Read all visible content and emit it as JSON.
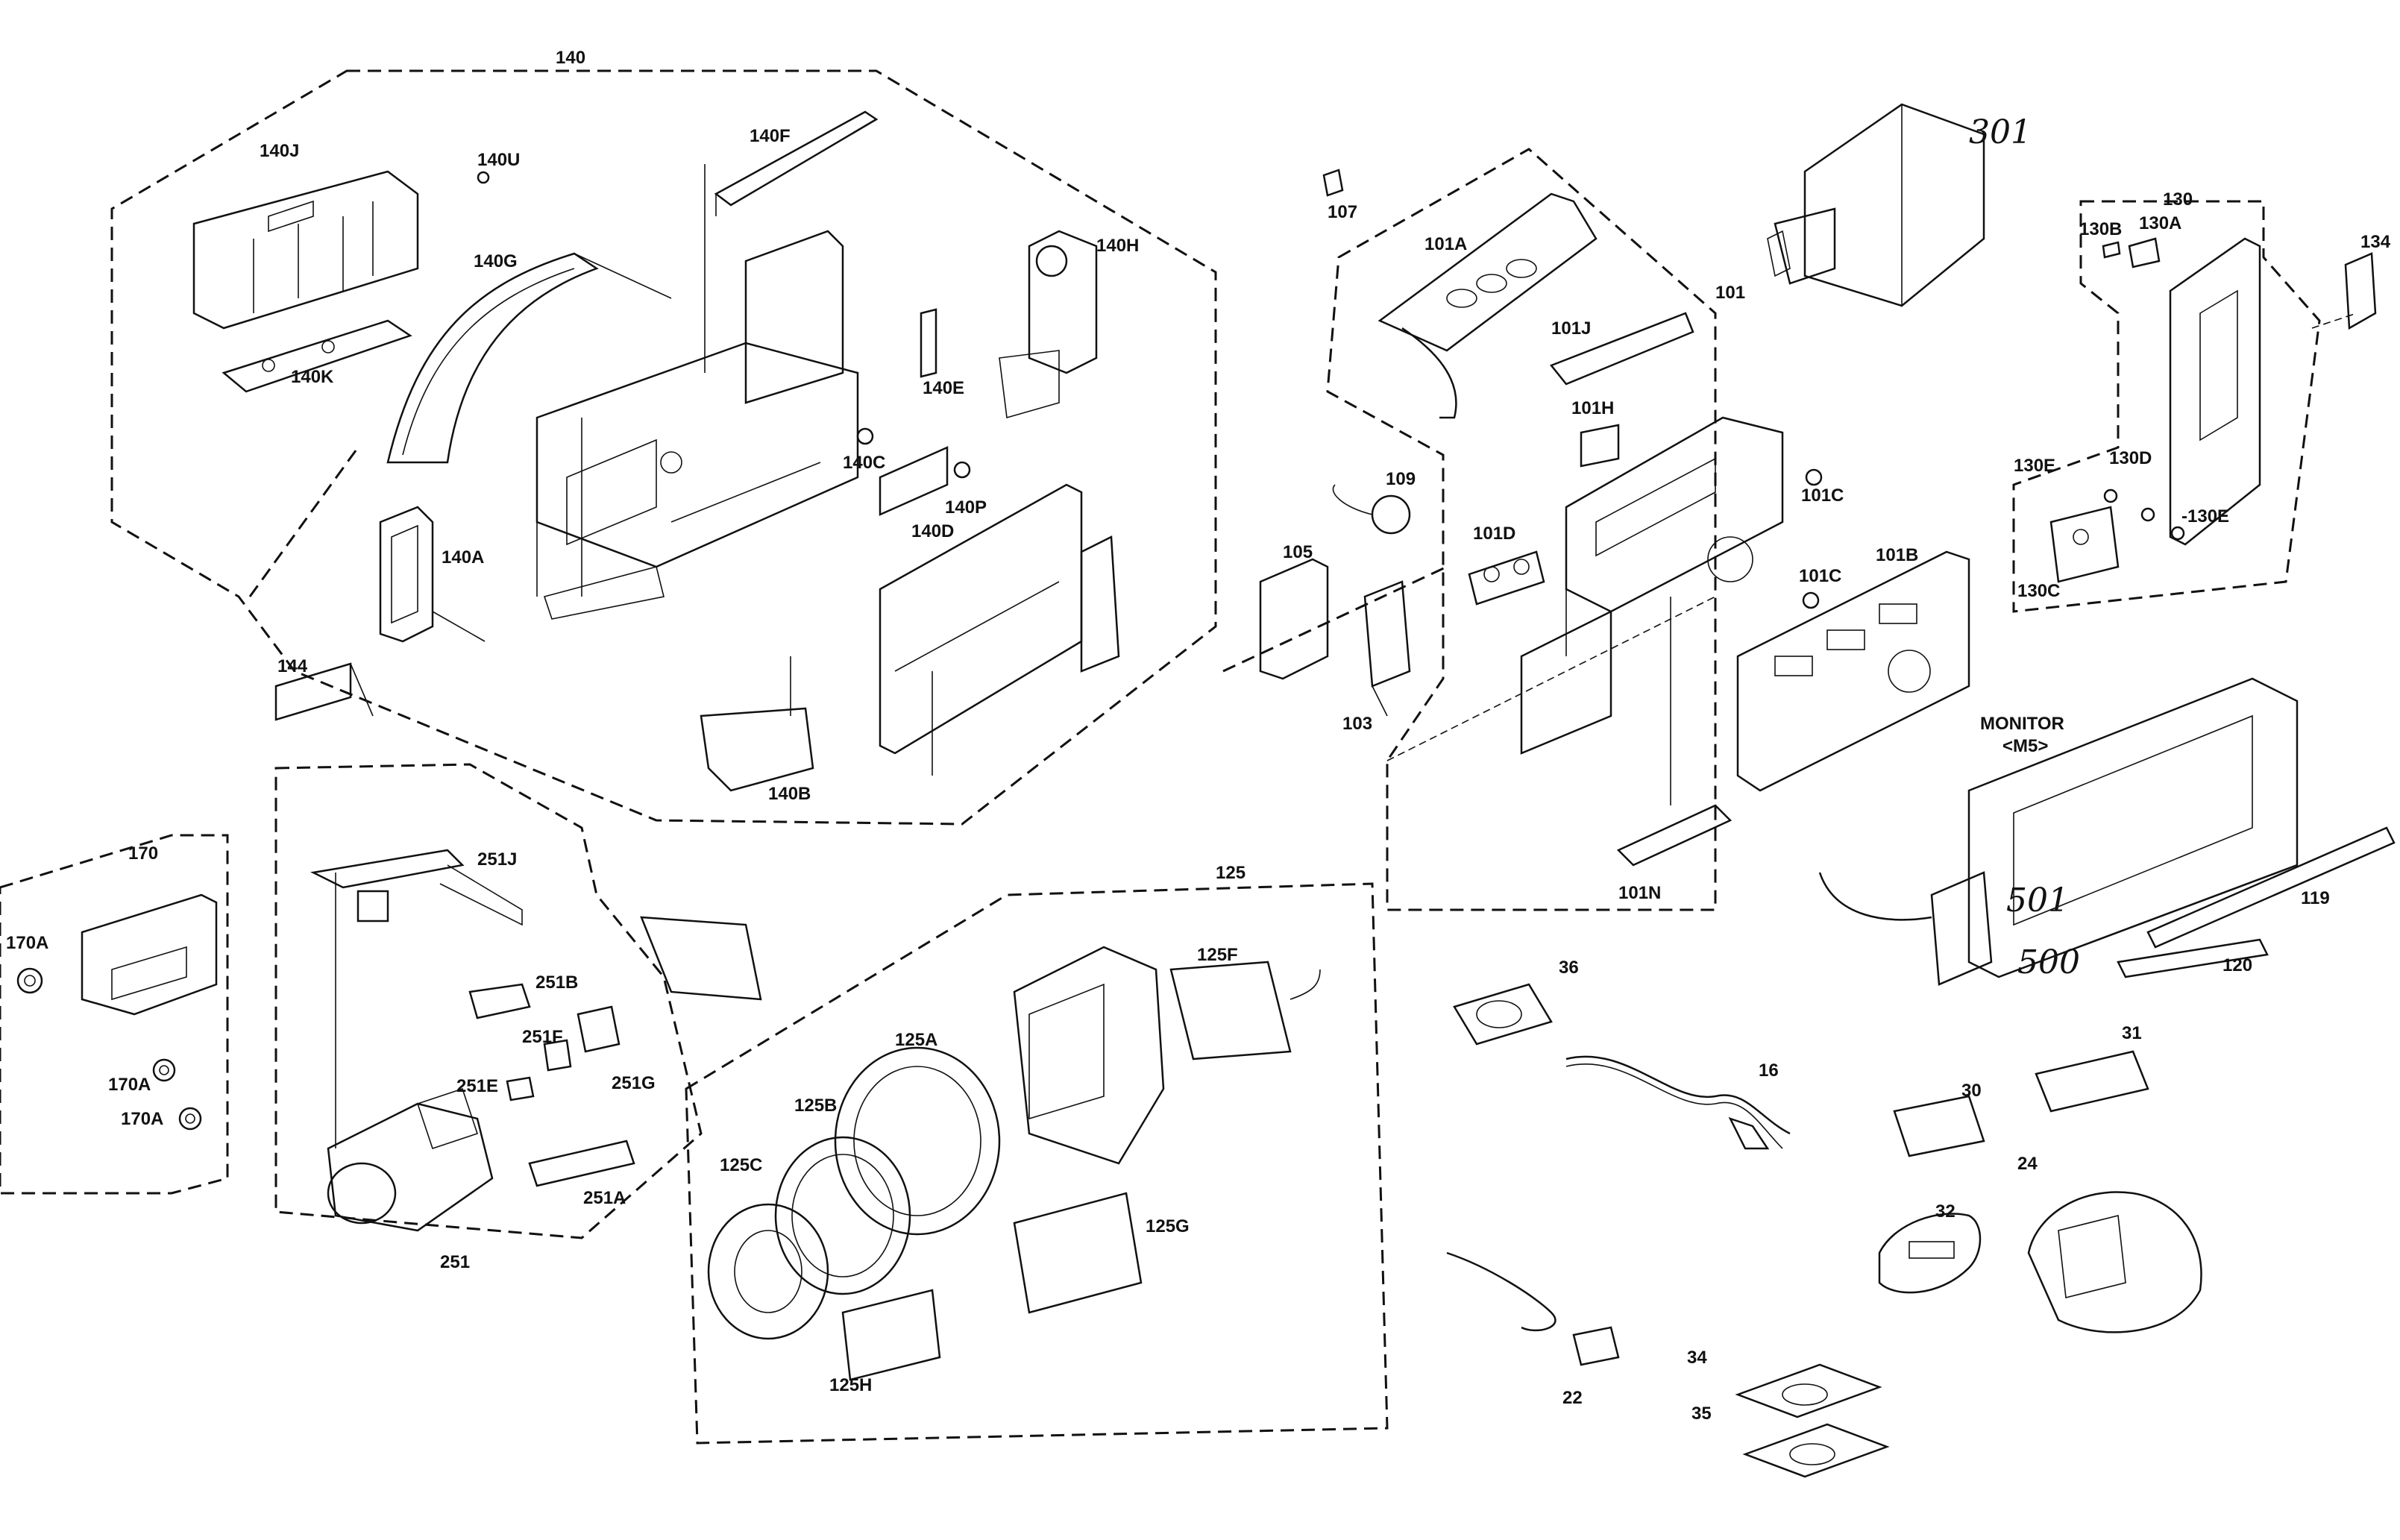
{
  "labels": {
    "g140": "140",
    "p140J": "140J",
    "p140U": "140U",
    "p140F": "140F",
    "p140G": "140G",
    "p140H": "140H",
    "p140K": "140K",
    "p140E": "140E",
    "p140C": "140C",
    "p140P": "140P",
    "p140A": "140A",
    "p140D": "140D",
    "p144": "144",
    "p140B": "140B",
    "p107": "107",
    "p101A": "101A",
    "g101": "101",
    "p101J": "101J",
    "p101H": "101H",
    "p109": "109",
    "p101C1": "101C",
    "p101C2": "101C",
    "p101D": "101D",
    "p105": "105",
    "p101B": "101B",
    "p103": "103",
    "p101N": "101N",
    "g130": "130",
    "p130B": "130B",
    "p130A": "130A",
    "p134": "134",
    "p130E1": "130E",
    "p130D": "130D",
    "p130E2": "-130E",
    "p130C": "130C",
    "monitor1": "MONITOR",
    "monitor2": "<M5>",
    "p119": "119",
    "p120": "120",
    "g170": "170",
    "p170A1": "170A",
    "p170A2": "170A",
    "p170A3": "170A",
    "g251": "251",
    "p251J": "251J",
    "p251B": "251B",
    "p251F": "251F",
    "p251E": "251E",
    "p251G": "251G",
    "p251A": "251A",
    "g125": "125",
    "p125F": "125F",
    "p125A": "125A",
    "p125B": "125B",
    "p125C": "125C",
    "p125G": "125G",
    "p125H": "125H",
    "p36": "36",
    "p16": "16",
    "p31": "31",
    "p30": "30",
    "p32": "32",
    "p24": "24",
    "p22": "22",
    "p34": "34",
    "p35": "35"
  },
  "handwritten": {
    "h301": "301",
    "h501": "501",
    "h500": "500"
  }
}
